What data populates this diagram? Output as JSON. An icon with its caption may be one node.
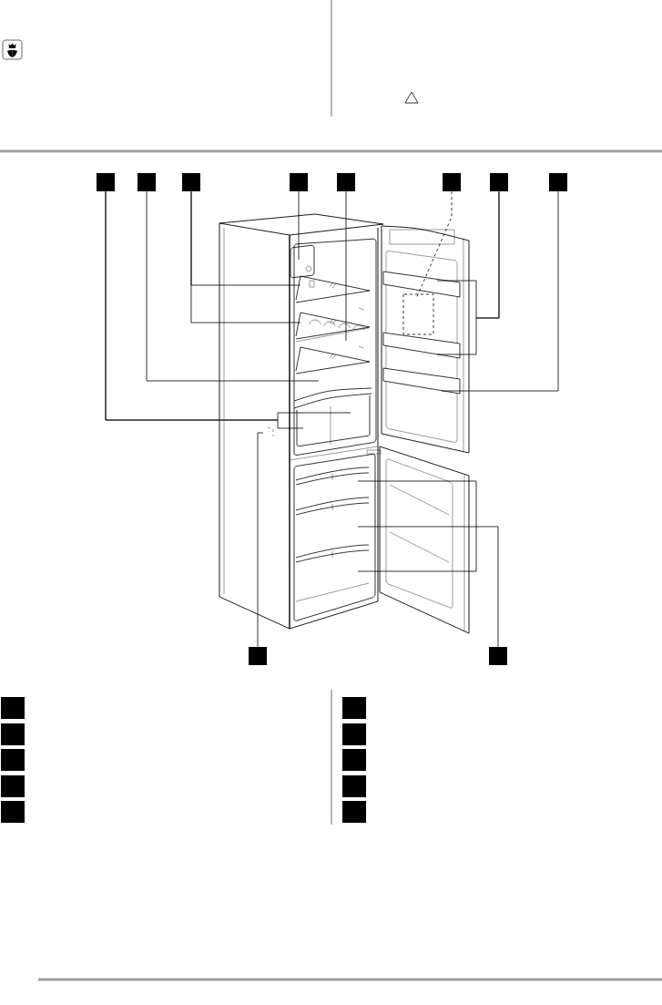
{
  "diagram": {
    "nodes": [
      {
        "text": [],
        "shape": "box"
      },
      {
        "text": [],
        "shape": "box"
      },
      {
        "text": [],
        "shape": "box"
      },
      {
        "text": [],
        "shape": "box"
      },
      {
        "text": [],
        "shape": "box"
      },
      {
        "text": [],
        "shape": "box"
      },
      {
        "text": [],
        "shape": "box"
      },
      {
        "text": [],
        "shape": "box"
      },
      {
        "text": [],
        "shape": "box"
      },
      {
        "text": [],
        "shape": "box"
      },
      {
        "text": [],
        "shape": "box"
      },
      {
        "text": [],
        "shape": "box"
      },
      {
        "text": [],
        "shape": "box"
      },
      {
        "text": [],
        "shape": "box"
      },
      {
        "text": [],
        "shape": "box"
      },
      {
        "text": [],
        "shape": "box"
      },
      {
        "text": [],
        "shape": "box"
      },
      {
        "text": [],
        "shape": "box"
      },
      {
        "text": [],
        "shape": "box"
      },
      {
        "text": [],
        "shape": "box"
      }
    ],
    "edges": [
      {
        "from": 0,
        "to": null,
        "arrow": "none"
      },
      {
        "from": 0,
        "to": null,
        "arrow": "none"
      },
      {
        "from": 1,
        "to": null,
        "arrow": "none"
      },
      {
        "from": 2,
        "to": null,
        "arrow": "none"
      },
      {
        "from": 2,
        "to": null,
        "arrow": "none"
      },
      {
        "from": 3,
        "to": null,
        "arrow": "none"
      },
      {
        "from": 4,
        "to": null,
        "arrow": "none"
      },
      {
        "from": 5,
        "to": null,
        "arrow": "none",
        "style": "dashed"
      },
      {
        "from": 6,
        "to": null,
        "arrow": "none"
      },
      {
        "from": 6,
        "to": null,
        "arrow": "none"
      },
      {
        "from": 7,
        "to": null,
        "arrow": "none"
      },
      {
        "from": 8,
        "to": null,
        "arrow": "none"
      },
      {
        "from": 9,
        "to": null,
        "arrow": "none"
      }
    ]
  }
}
